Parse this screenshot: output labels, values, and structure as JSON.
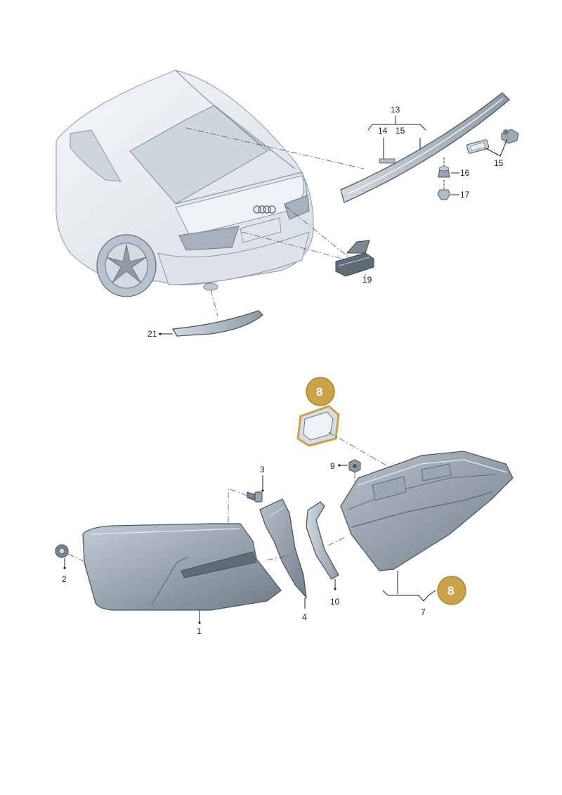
{
  "colors": {
    "badge_fill": "#c9a24a",
    "badge_stroke": "#a88630",
    "highlight_outline": "#c9a24a",
    "part_fill_dark": "#7c8894",
    "part_fill_mid": "#9aa6b2",
    "part_fill_light": "#c5ced7",
    "car_fill": "#e8edf2"
  },
  "callouts": {
    "p1": "1",
    "p2": "2",
    "p3": "3",
    "p4": "4",
    "p7": "7",
    "p9": "9",
    "p10": "10",
    "p13": "13",
    "p14": "14",
    "p15_upper": "15",
    "p15_side": "15",
    "p16": "16",
    "p17": "17",
    "p19": "19",
    "p21": "21"
  },
  "highlight_badges": {
    "top": "8",
    "bottom": "8"
  },
  "icons": [
    "screw-icon",
    "washer-icon",
    "clip-icon",
    "nut-icon"
  ]
}
